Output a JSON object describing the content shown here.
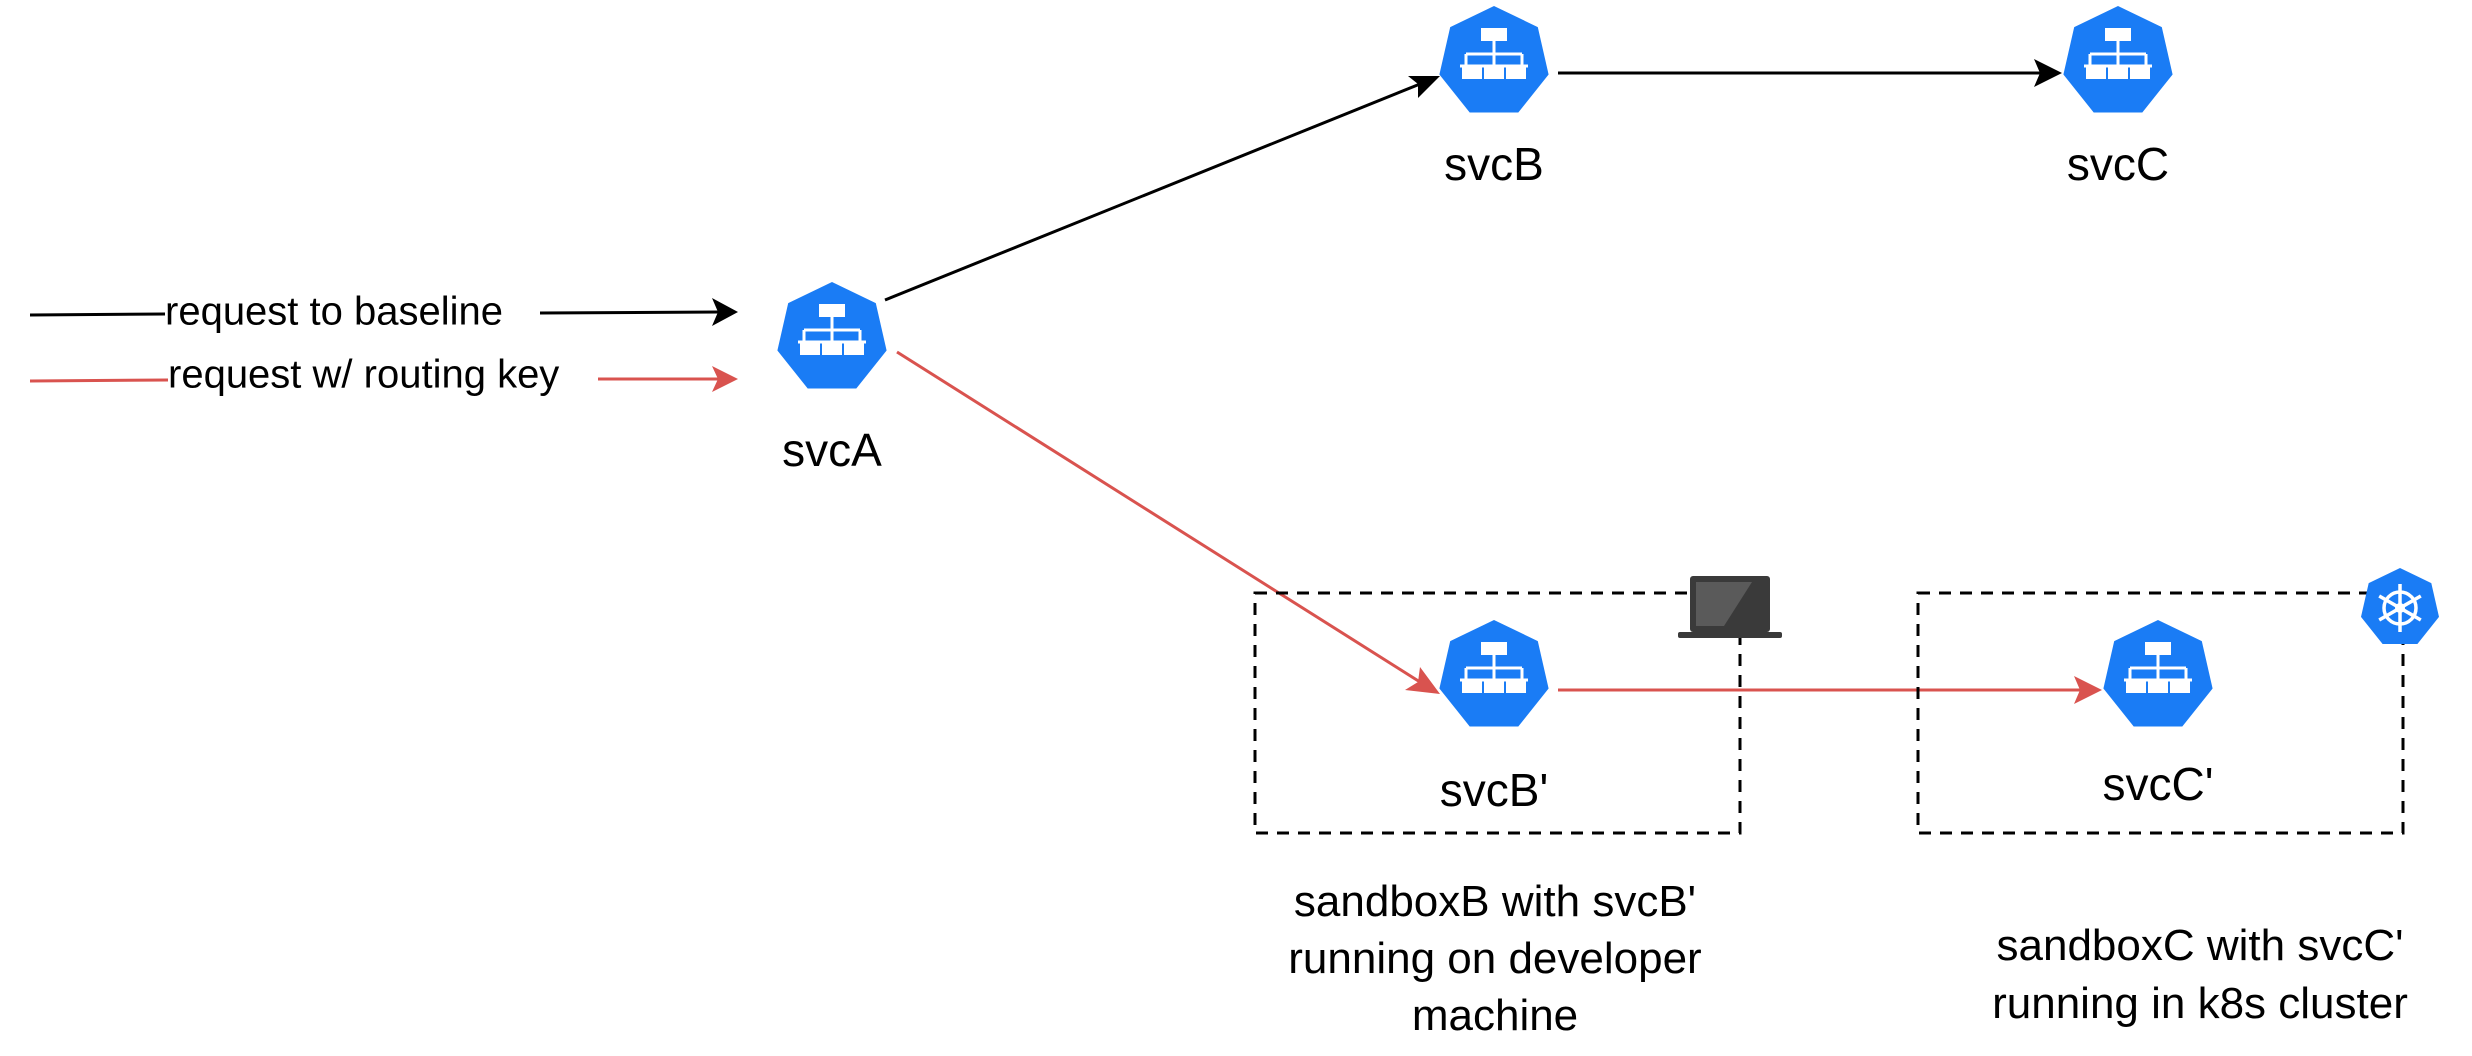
{
  "colors": {
    "baseline": "#000000",
    "routed": "#d9534f",
    "service": "#1a7cf5",
    "service_glyph": "#ffffff",
    "sandbox_border": "#000000",
    "laptop": "#3a3a3a"
  },
  "legend": {
    "baseline": "request to baseline",
    "routing": "request w/ routing key"
  },
  "services": {
    "svcA": "svcA",
    "svcB": "svcB",
    "svcC": "svcC",
    "svcBp": "svcB'",
    "svcCp": "svcC'"
  },
  "captions": {
    "sandboxB": [
      "sandboxB with svcB'",
      "running on developer",
      "machine"
    ],
    "sandboxC": [
      "sandboxC with svcC'",
      "running in k8s cluster"
    ]
  },
  "icons": {
    "service": "kubernetes-service-icon",
    "laptop": "laptop-icon",
    "k8s": "kubernetes-wheel-icon"
  }
}
